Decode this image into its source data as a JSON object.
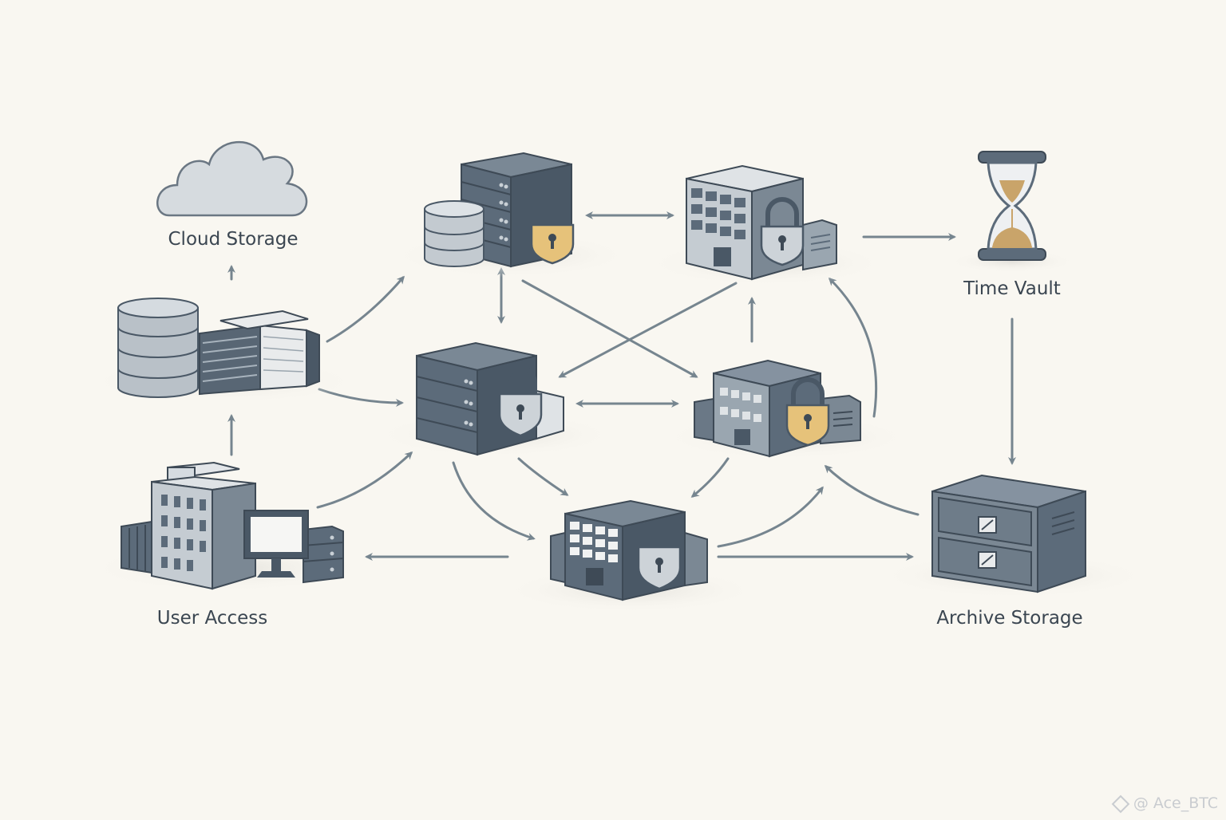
{
  "diagram": {
    "labels": {
      "cloud": "Cloud Storage",
      "time_vault": "Time Vault",
      "user_access": "User Access",
      "archive": "Archive Storage"
    },
    "watermark": "@ Ace_BTC",
    "colors": {
      "background": "#f9f7f1",
      "slate": "#5c6b7a",
      "slate_dark": "#4a5866",
      "light": "#c9d0d6",
      "arrow": "#76858f",
      "lock_gold": "#e6c27a",
      "sand": "#c9a46a"
    },
    "icons": [
      "cloud-icon",
      "database-icon",
      "server-rack-icon",
      "lock-icon",
      "office-building-icon",
      "hourglass-icon",
      "monitor-icon",
      "filing-cabinet-icon"
    ]
  }
}
